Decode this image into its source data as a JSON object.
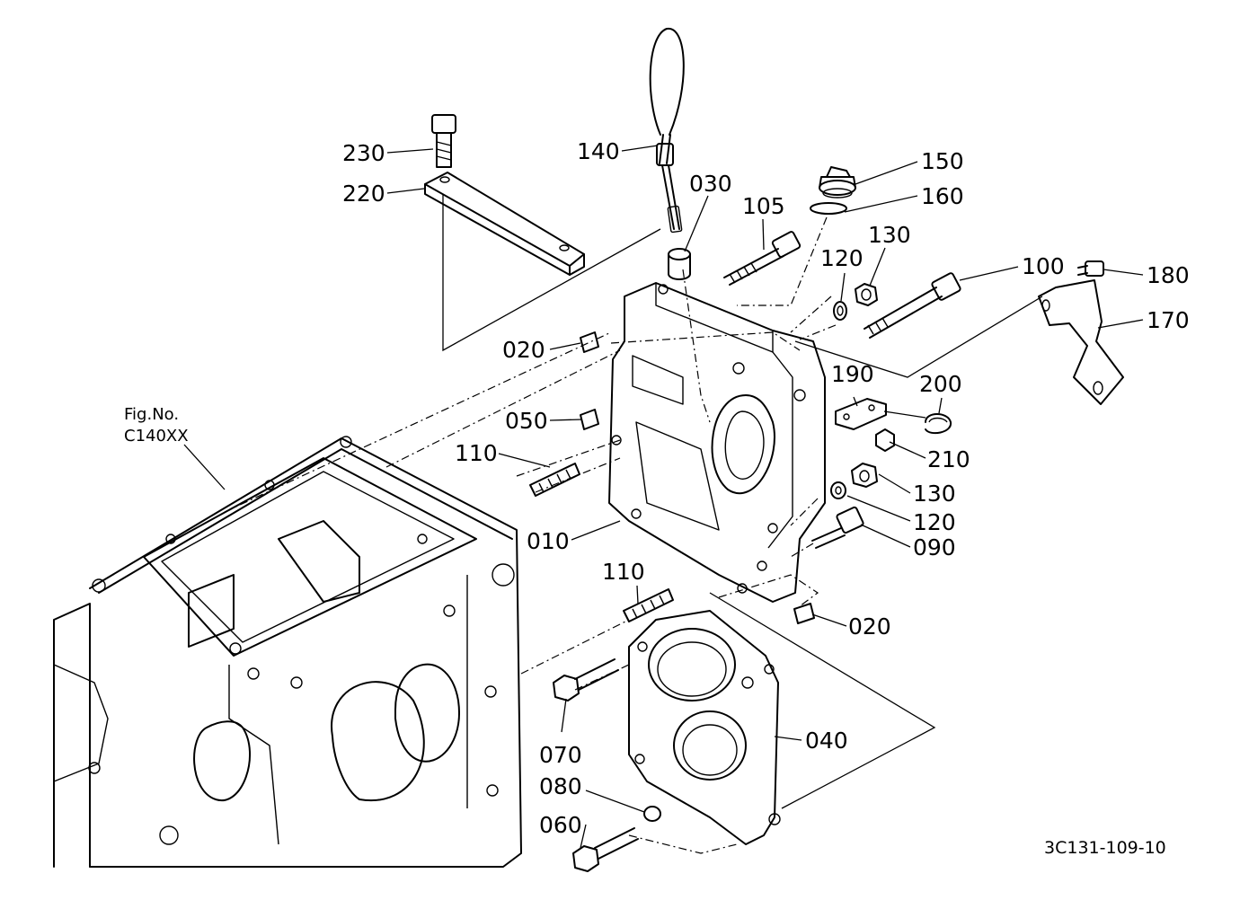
{
  "figure_ref": {
    "line1": "Fig.No.",
    "line2": "C140XX"
  },
  "drawing_number": "3C131-109-10",
  "callouts": [
    {
      "id": "230",
      "label": "230"
    },
    {
      "id": "220",
      "label": "220"
    },
    {
      "id": "140",
      "label": "140"
    },
    {
      "id": "030",
      "label": "030"
    },
    {
      "id": "105",
      "label": "105"
    },
    {
      "id": "150",
      "label": "150"
    },
    {
      "id": "160",
      "label": "160"
    },
    {
      "id": "120a",
      "label": "120"
    },
    {
      "id": "130a",
      "label": "130"
    },
    {
      "id": "100",
      "label": "100"
    },
    {
      "id": "180",
      "label": "180"
    },
    {
      "id": "170",
      "label": "170"
    },
    {
      "id": "020a",
      "label": "020"
    },
    {
      "id": "190",
      "label": "190"
    },
    {
      "id": "200",
      "label": "200"
    },
    {
      "id": "050",
      "label": "050"
    },
    {
      "id": "210",
      "label": "210"
    },
    {
      "id": "110a",
      "label": "110"
    },
    {
      "id": "130b",
      "label": "130"
    },
    {
      "id": "120b",
      "label": "120"
    },
    {
      "id": "010",
      "label": "010"
    },
    {
      "id": "090",
      "label": "090"
    },
    {
      "id": "110b",
      "label": "110"
    },
    {
      "id": "020b",
      "label": "020"
    },
    {
      "id": "040",
      "label": "040"
    },
    {
      "id": "070",
      "label": "070"
    },
    {
      "id": "080",
      "label": "080"
    },
    {
      "id": "060",
      "label": "060"
    }
  ]
}
